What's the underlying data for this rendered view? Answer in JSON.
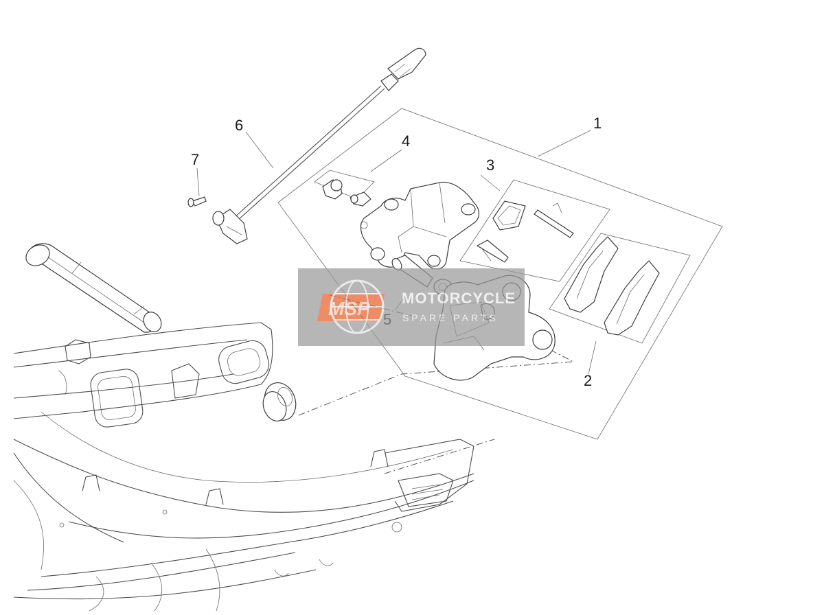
{
  "diagram": {
    "callouts": [
      {
        "id": "1",
        "label": "1"
      },
      {
        "id": "2",
        "label": "2"
      },
      {
        "id": "3",
        "label": "3"
      },
      {
        "id": "4",
        "label": "4"
      },
      {
        "id": "5",
        "label": "5"
      },
      {
        "id": "6",
        "label": "6"
      },
      {
        "id": "7",
        "label": "7"
      }
    ]
  },
  "watermark": {
    "logo": "MSP",
    "line1": "MOTORCYCLE",
    "line2": "SPARE PARTS"
  },
  "colors": {
    "line": "#3a3a3a",
    "watermark_bg": "#9a9a9a",
    "watermark_logo": "#e8602c"
  }
}
